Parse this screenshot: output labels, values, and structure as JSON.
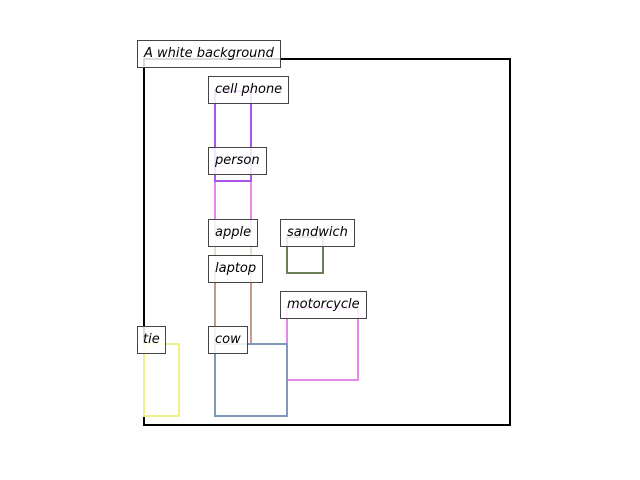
{
  "scene": {
    "caption": "A white background",
    "frame_color": "#000000"
  },
  "objects": [
    {
      "id": "cell-phone",
      "label": "cell phone",
      "color": "#a855e8"
    },
    {
      "id": "person",
      "label": "person",
      "color": "#e58ae8"
    },
    {
      "id": "apple",
      "label": "apple",
      "color": "#d8e8d0"
    },
    {
      "id": "laptop",
      "label": "laptop",
      "color": "#c49a8a"
    },
    {
      "id": "sandwich",
      "label": "sandwich",
      "color": "#6b7f55"
    },
    {
      "id": "motorcycle",
      "label": "motorcycle",
      "color": "#e58ae8"
    },
    {
      "id": "tie",
      "label": "tie",
      "color": "#eef08a"
    },
    {
      "id": "cow",
      "label": "cow",
      "color": "#7f9ab8"
    }
  ]
}
